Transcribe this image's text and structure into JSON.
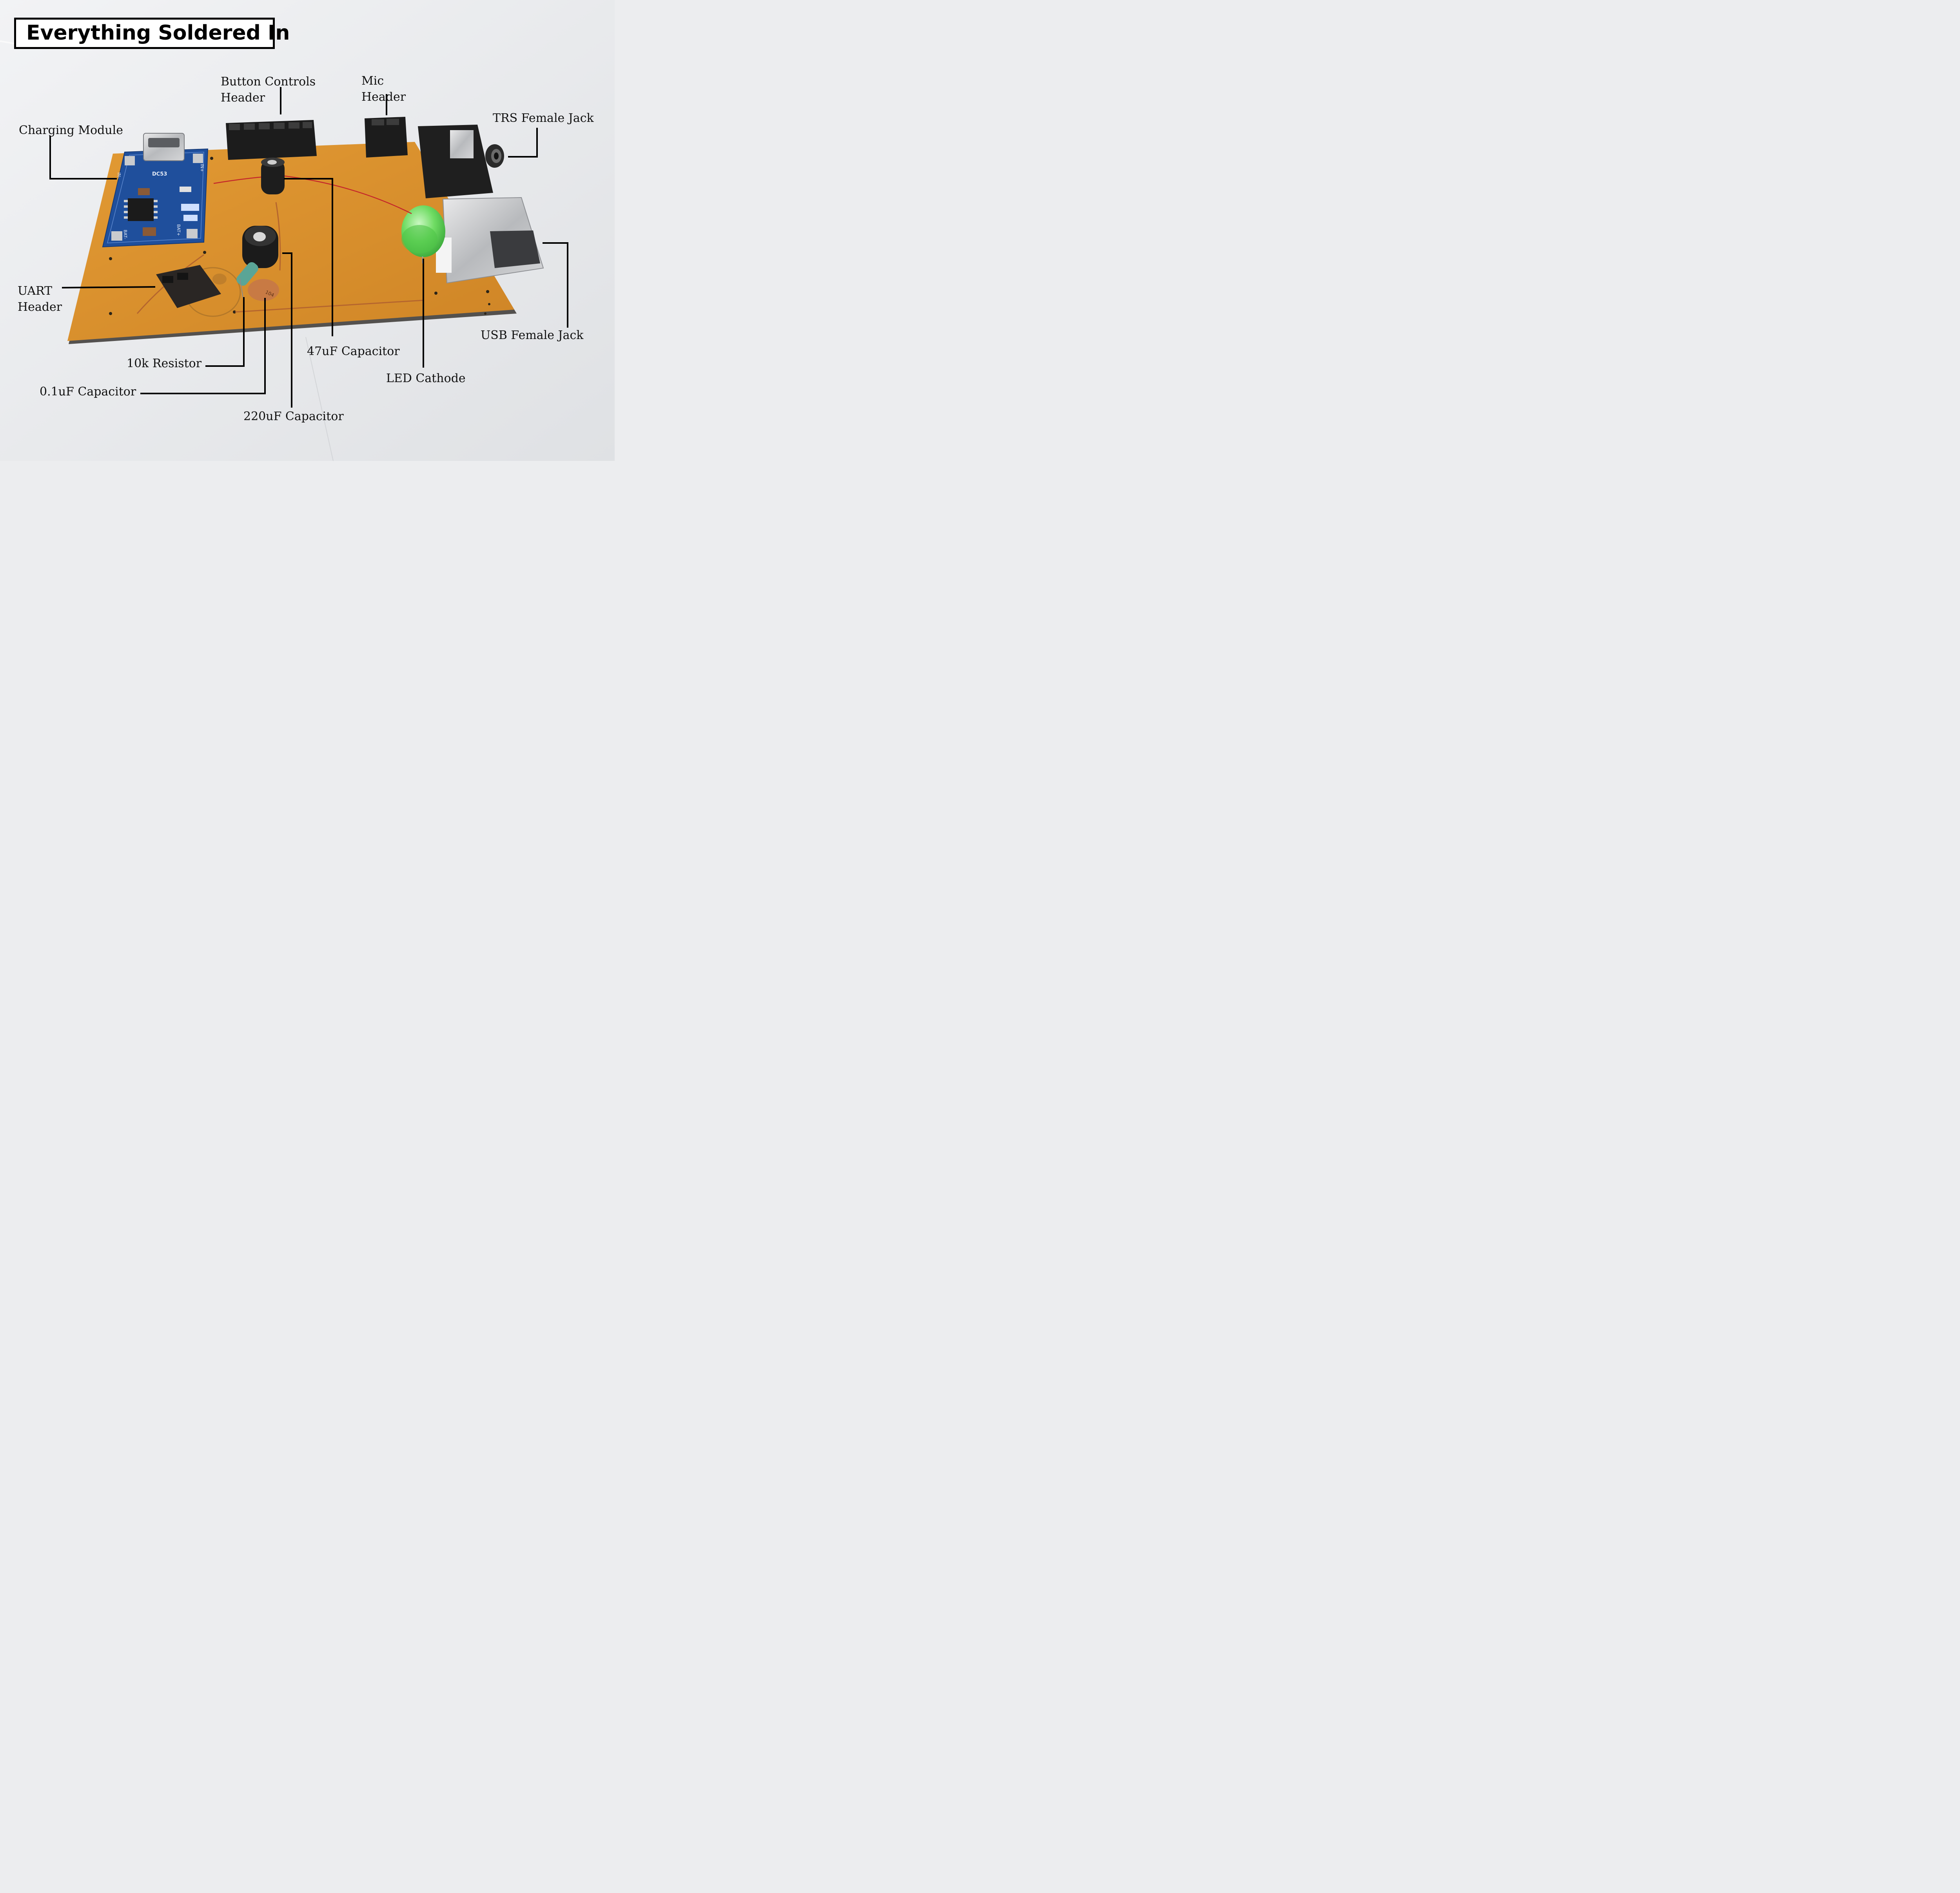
{
  "title": "Everything Soldered In",
  "callouts": {
    "charging_module": "Charging Module",
    "button_controls_line1": "Button Controls",
    "button_controls_line2": "Header",
    "mic_line1": "Mic",
    "mic_line2": "Header",
    "trs_jack": "TRS Female Jack",
    "uart_line1": "UART",
    "uart_line2": "Header",
    "usb_jack": "USB Female Jack",
    "cap_47uf": "47uF Capacitor",
    "led_cathode": "LED Cathode",
    "resistor_10k": "10k Resistor",
    "cap_01uf": "0.1uF Capacitor",
    "cap_220uf": "220uF Capacitor"
  },
  "component_markings": {
    "charger_chip_label": "DC53",
    "charger_in_minus": "IN-",
    "charger_in_plus": "IN+",
    "charger_bat_minus": "BAT-",
    "charger_bat_plus": "BAT+",
    "ceramic_cap_code": "104"
  },
  "colors": {
    "background": "#ecedef",
    "board": "#d98f2c",
    "charger_pcb": "#1f4f9c",
    "header_black": "#1c1c1c",
    "led_green": "#5fd35a",
    "copper_wire": "#b5652e",
    "red_wire": "#c4262b",
    "callout_line": "#000000"
  }
}
